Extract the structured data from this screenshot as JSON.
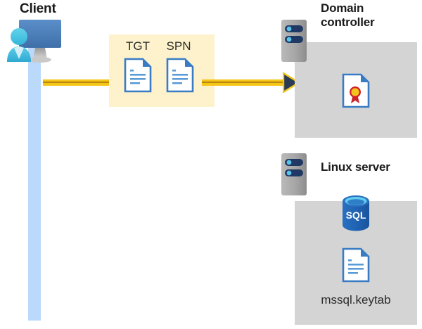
{
  "diagram": {
    "title_client": "Client",
    "title_domain_controller": "Domain controller",
    "title_linux_server": "Linux server",
    "message_box": {
      "labels": [
        "TGT",
        "SPN"
      ],
      "background_color": "#fdf2cc"
    },
    "arrow": {
      "color": "#f5c518",
      "head_color": "#2b3a55",
      "direction": "client-to-domain-controller"
    },
    "domain_controller": {
      "panel_color": "#d4d4d4",
      "contents": [
        "certificate-document"
      ]
    },
    "linux_server": {
      "panel_color": "#d4d4d4",
      "database_label": "SQL",
      "file_label": "mssql.keytab"
    },
    "client": {
      "lifeline_color": "#bad9fb",
      "monitor_color": "#4a7ebb",
      "person_color": "#3fc0e0"
    }
  }
}
